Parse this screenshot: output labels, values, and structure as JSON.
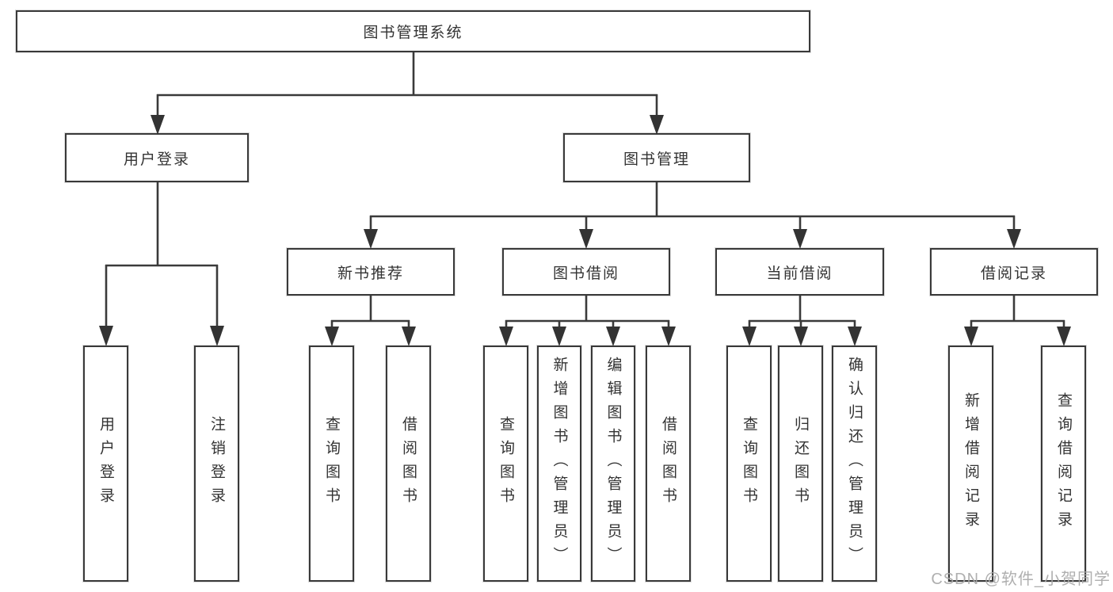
{
  "diagram": {
    "root": {
      "label": "图书管理系统"
    },
    "level2": [
      {
        "label": "用户登录"
      },
      {
        "label": "图书管理"
      }
    ],
    "level3": [
      {
        "label": "新书推荐"
      },
      {
        "label": "图书借阅"
      },
      {
        "label": "当前借阅"
      },
      {
        "label": "借阅记录"
      }
    ],
    "leaves": {
      "user_login_group": [
        {
          "label": "用户登录"
        },
        {
          "label": "注销登录"
        }
      ],
      "new_book_group": [
        {
          "label": "查询图书"
        },
        {
          "label": "借阅图书"
        }
      ],
      "borrow_group": [
        {
          "label": "查询图书"
        },
        {
          "label": "新增图书（管理员）"
        },
        {
          "label": "编辑图书（管理员）"
        },
        {
          "label": "借阅图书"
        }
      ],
      "current_group": [
        {
          "label": "查询图书"
        },
        {
          "label": "归还图书"
        },
        {
          "label": "确认归还（管理员）"
        }
      ],
      "record_group": [
        {
          "label": "新增借阅记录"
        },
        {
          "label": "查询借阅记录"
        }
      ]
    },
    "watermark": "CSDN @软件_小贺同学",
    "colors": {
      "line": "#3a3a3a",
      "text": "#333333",
      "watermark": "#a8a8a8",
      "background": "#ffffff"
    }
  }
}
